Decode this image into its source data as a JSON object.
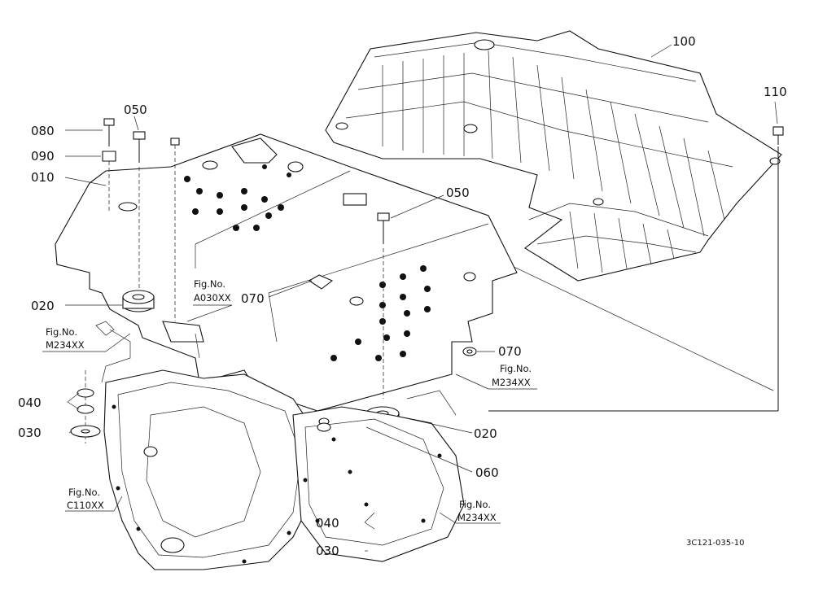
{
  "diagram": {
    "parts": {
      "p100": "100",
      "p110": "110",
      "p080": "080",
      "p050a": "050",
      "p050b": "050",
      "p090": "090",
      "p010": "010",
      "p020a": "020",
      "p020b": "020",
      "p070a": "070",
      "p070b": "070",
      "p040a": "040",
      "p040b": "040",
      "p030a": "030",
      "p030b": "030",
      "p060": "060"
    },
    "refs": {
      "a030": {
        "title": "Fig.No.",
        "code": "A030XX"
      },
      "m234_left": {
        "title": "Fig.No.",
        "code": "M234XX"
      },
      "m234_right": {
        "title": "Fig.No.",
        "code": "M234XX"
      },
      "c110": {
        "title": "Fig.No.",
        "code": "C110XX"
      },
      "m234_bottom": {
        "title": "Fig.No.",
        "code": "M234XX"
      }
    },
    "drawing_code": "3C121-035-10"
  }
}
